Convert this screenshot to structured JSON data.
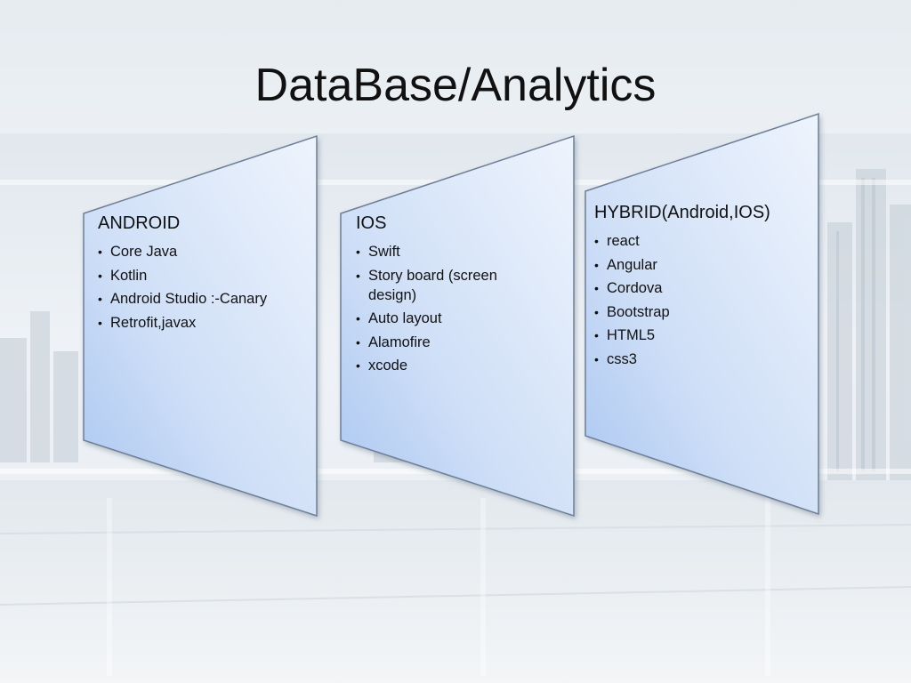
{
  "slide": {
    "title": "DataBase/Analytics",
    "panels": [
      {
        "heading": "ANDROID",
        "items": [
          "Core Java",
          "Kotlin",
          "Android Studio :-Canary",
          "Retrofit,javax"
        ]
      },
      {
        "heading": "IOS",
        "items": [
          "Swift",
          "Story board (screen design)",
          "Auto layout",
          "Alamofire",
          "xcode"
        ]
      },
      {
        "heading": "HYBRID(Android,IOS)",
        "items": [
          "react",
          "Angular",
          "Cordova",
          "Bootstrap",
          "HTML5",
          "css3"
        ]
      }
    ]
  },
  "colors": {
    "panel_fill_top": "#eaf2fd",
    "panel_fill_bottom": "#a9c6f1",
    "panel_border": "#6e7f96"
  }
}
